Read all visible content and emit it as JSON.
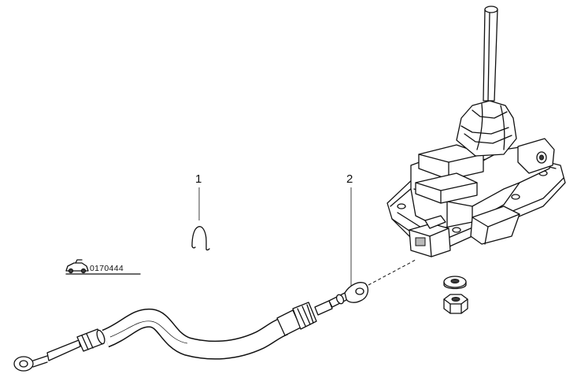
{
  "callouts": [
    {
      "id": "1",
      "label": "1"
    },
    {
      "id": "2",
      "label": "2"
    }
  ],
  "reference_code": "0170444",
  "icons": {
    "reference": "car-reference-icon"
  },
  "colors": {
    "ink": "#111111",
    "background": "#ffffff"
  }
}
